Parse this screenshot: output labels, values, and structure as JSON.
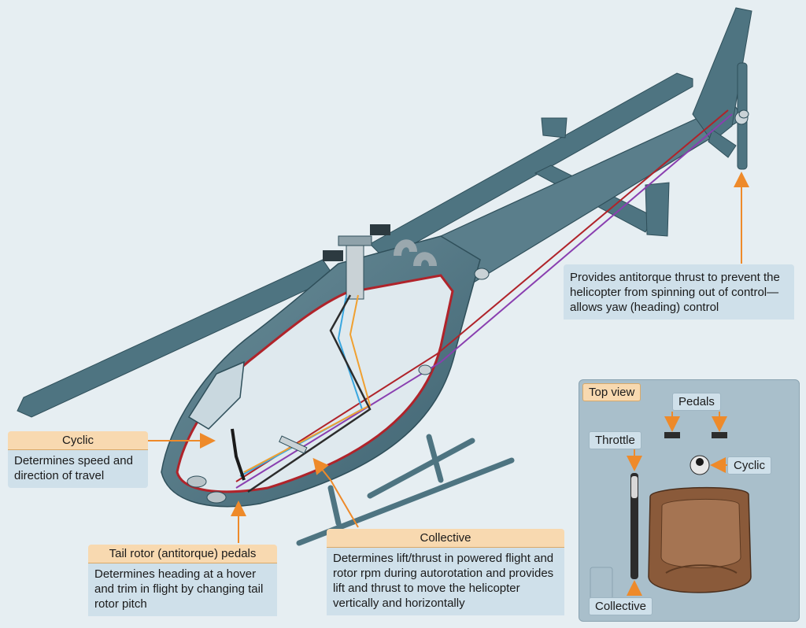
{
  "callouts": {
    "cyclic": {
      "title": "Cyclic",
      "text": "Determines speed and direction of travel"
    },
    "pedals": {
      "title": "Tail rotor (antitorque) pedals",
      "text": "Determines heading at a hover and trim in flight by changing tail rotor pitch"
    },
    "collective": {
      "title": "Collective",
      "text": "Determines lift/thrust in powered flight and rotor rpm during autorotation and provides lift and thrust to move the helicopter vertically and horizontally"
    },
    "tail_rotor": {
      "text": "Provides antitorque thrust to prevent the helicopter from spinning out of control—allows yaw (heading) control"
    }
  },
  "top_view": {
    "title": "Top view",
    "labels": {
      "pedals": "Pedals",
      "throttle": "Throttle",
      "cyclic": "Cyclic",
      "collective": "Collective"
    }
  },
  "colors": {
    "hull": "#4e7481",
    "hull_dark": "#2f4f5a",
    "cabin_outline": "#b0232a",
    "control_purple": "#8a3fb0",
    "control_blue": "#3aa7e0",
    "control_orange": "#f0a030",
    "arrow": "#ee8a2a"
  }
}
